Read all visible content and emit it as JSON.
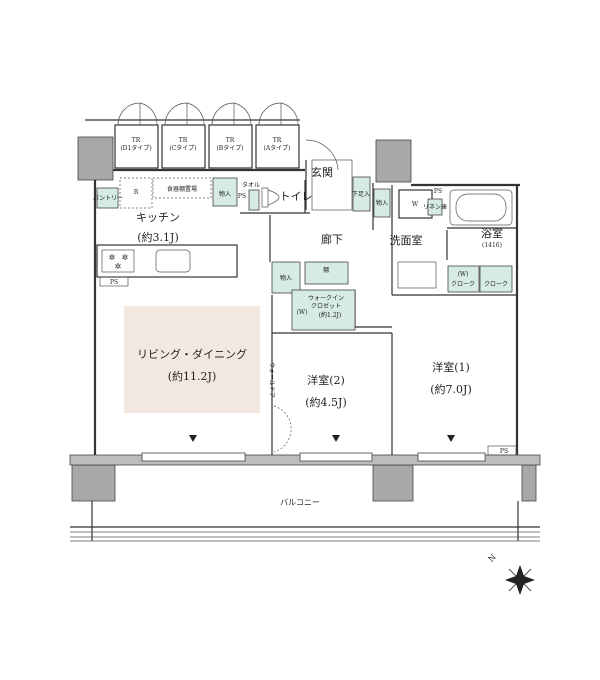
{
  "colors": {
    "living_highlight": "#f3e7e2",
    "storage": "#d6ebe1",
    "pillar": "#a8a8a8",
    "wall": "#333333"
  },
  "trunk_rooms": [
    {
      "label": "TR",
      "type": "(D1タイプ)"
    },
    {
      "label": "TR",
      "type": "(Cタイプ)"
    },
    {
      "label": "TR",
      "type": "(Bタイプ)"
    },
    {
      "label": "TR",
      "type": "(Aタイプ)"
    }
  ],
  "rooms": {
    "kitchen": {
      "name": "キッチン",
      "size": "(約3.1J)"
    },
    "living": {
      "name": "リビング・ダイニング",
      "size": "(約11.2J)"
    },
    "western2": {
      "name": "洋室(2)",
      "size": "(約4.5J)"
    },
    "western1": {
      "name": "洋室(1)",
      "size": "(約7.0J)"
    },
    "entrance": {
      "name": "玄関"
    },
    "toilet": {
      "name": "トイレ"
    },
    "hallway": {
      "name": "廊下"
    },
    "washroom": {
      "name": "洗面室"
    },
    "bathroom": {
      "name": "浴室",
      "size": "(1416)"
    },
    "wic": {
      "line1": "ウォークイン",
      "line2": "クロゼット",
      "size": "(約1.2J)",
      "w": "(W)"
    },
    "balcony": {
      "name": "バルコニー"
    }
  },
  "fixtures": {
    "pantry": "パントリー",
    "fridge": "R",
    "dish_shelf": "食器棚置場",
    "storage": "物入",
    "ps": "PS",
    "towel": "タオル",
    "shoe": "下足入",
    "washer": "W",
    "linen": "リネン庫",
    "shelf": "棚",
    "cloak_w": "(W)",
    "cloak": "クローク",
    "wall_door": "ウォールドア"
  },
  "compass": {
    "north": "N"
  }
}
